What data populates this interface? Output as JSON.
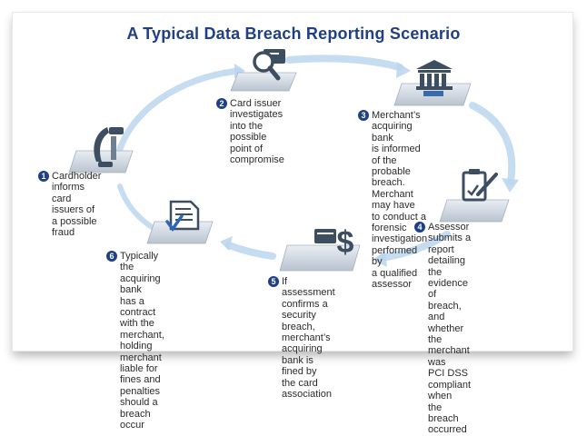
{
  "title": "A Typical Data Breach Reporting Scenario",
  "colors": {
    "accent": "#1f3f86",
    "arrow": "#b9d4ee",
    "icon": "#3d4e60"
  },
  "steps": [
    {
      "num": "1",
      "icon": "phone-icon",
      "text": "Cardholder informs card\nissuers of a possible fraud"
    },
    {
      "num": "2",
      "icon": "magnifier-card-icon",
      "text": "Card issuer investigates\ninto the possible\npoint of compromise"
    },
    {
      "num": "3",
      "icon": "bank-icon",
      "text": "Merchant’s acquiring bank\nis informed of the probable\nbreach. Merchant may have\nto conduct a forensic\ninvestigation performed by\na qualified assessor"
    },
    {
      "num": "4",
      "icon": "clipboard-pen-icon",
      "text": "Assessor submits a report\ndetailing the evidence\nof breach, and whether\nthe merchant was\nPCI DSS compliant when\nthe breach occurred"
    },
    {
      "num": "5",
      "icon": "card-dollar-icon",
      "text": "If assessment confirms a\nsecurity breach, merchant’s\nacquiring bank is fined by\nthe card association"
    },
    {
      "num": "6",
      "icon": "document-check-icon",
      "text": "Typically the acquiring bank\nhas a contract with the\nmerchant, holding merchant\nliable for fines and penalties\nshould a breach occur"
    }
  ]
}
